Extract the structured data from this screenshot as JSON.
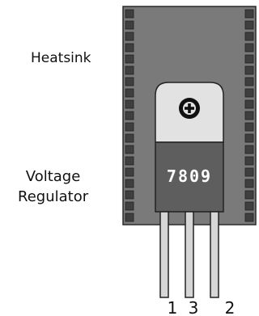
{
  "labels": {
    "heatsink": "Heatsink",
    "regulator_line1": "Voltage",
    "regulator_line2": "Regulator"
  },
  "component": {
    "part_number": "7809",
    "pins": [
      "1",
      "3",
      "2"
    ]
  },
  "colors": {
    "heatsink_body": "#7a7a7a",
    "heatsink_fins": "#3f3f3f",
    "tab": "#e2e2e2",
    "package": "#5e5e5e",
    "pins": "#d6d6d6"
  },
  "icons": [
    "screw-icon"
  ]
}
